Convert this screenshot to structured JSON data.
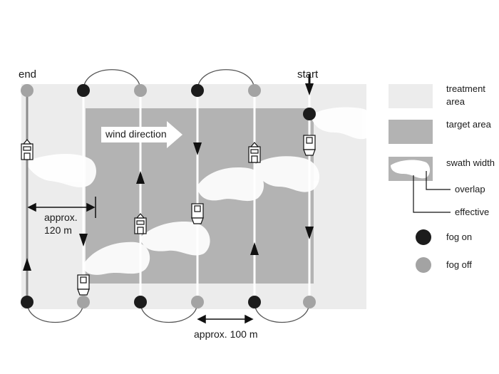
{
  "labels": {
    "end": "end",
    "start": "start",
    "wind": "wind direction",
    "approx120_line1": "approx.",
    "approx120_line2": "120 m",
    "approx100": "approx. 100 m"
  },
  "legend": {
    "treatment_line1": "treatment",
    "treatment_line2": "area",
    "target": "target area",
    "swath": "swath width",
    "overlap": "overlap",
    "effective": "effective",
    "fog_on": "fog on",
    "fog_off": "fog off"
  },
  "colors": {
    "treatment_area": "#ececec",
    "target_area": "#b3b3b3",
    "fog_on": "#1c1c1c",
    "fog_off": "#a3a3a3",
    "plume": "#ffffff",
    "path": "#555555"
  }
}
